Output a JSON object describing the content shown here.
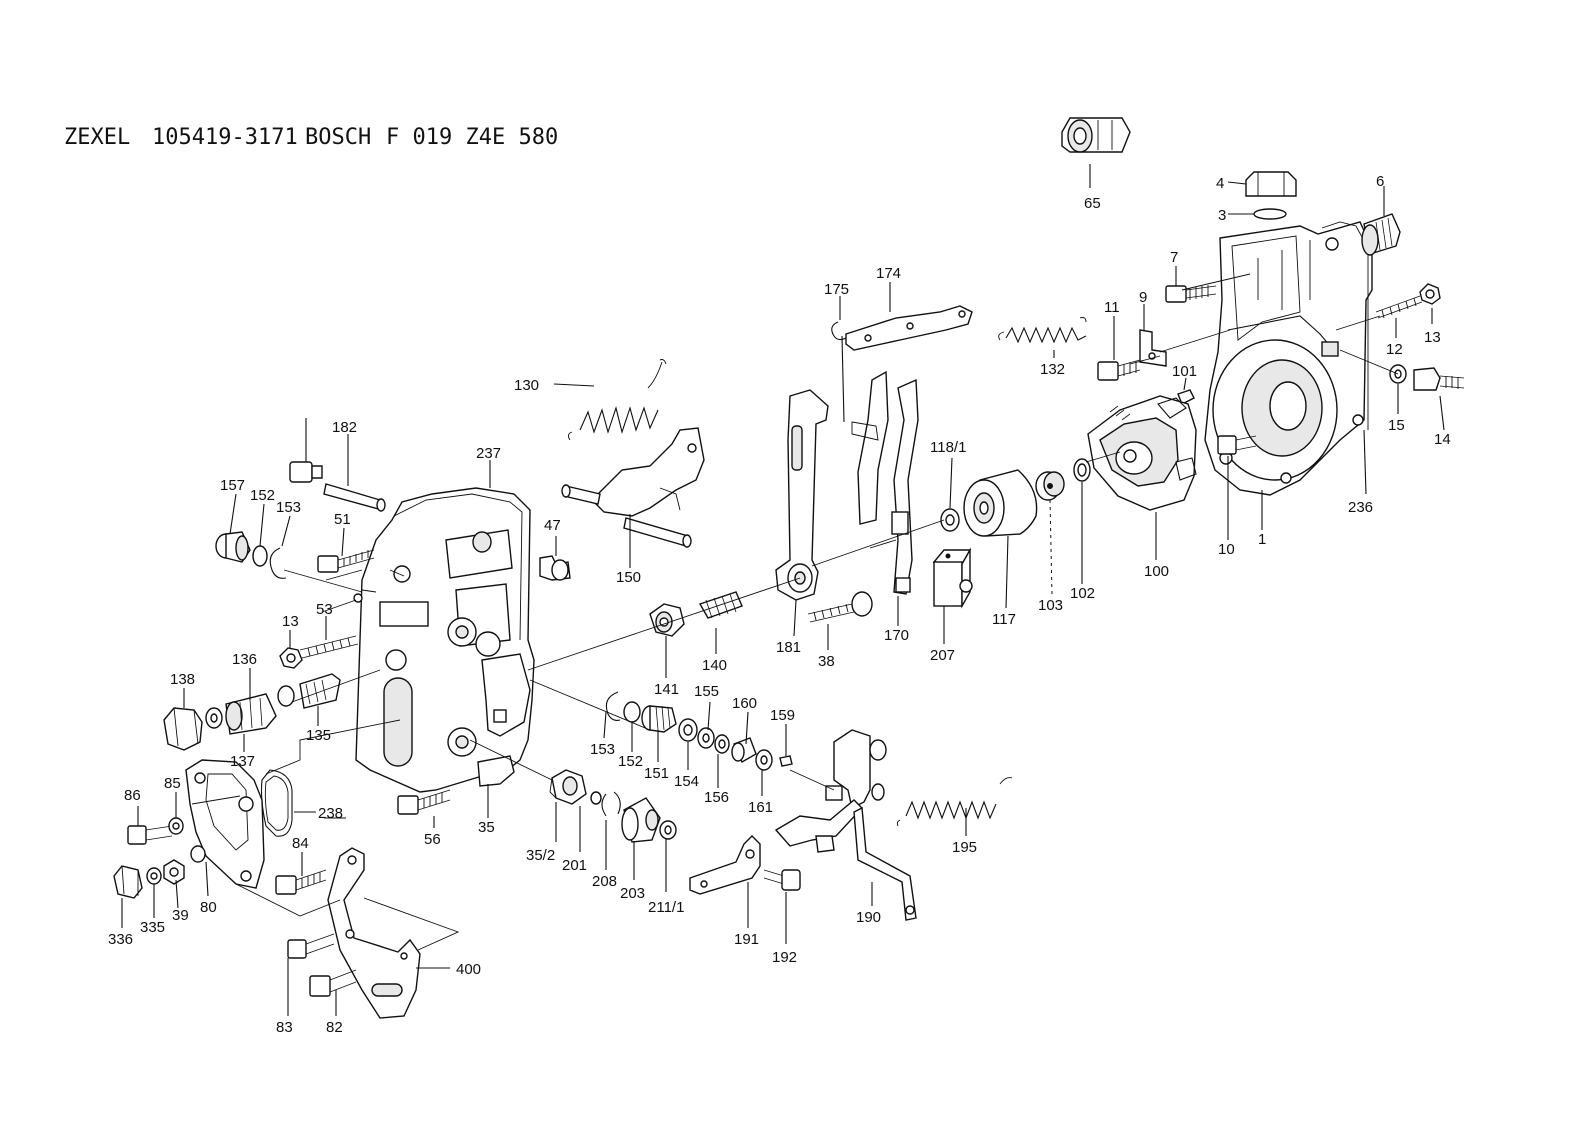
{
  "header": {
    "brand1": "ZEXEL",
    "pump_no": "105419-3171",
    "brand2": "BOSCH",
    "bosch_no": "F 019 Z4E 580"
  },
  "part_labels": [
    "65",
    "4",
    "3",
    "6",
    "7",
    "9",
    "11",
    "13",
    "12",
    "15",
    "14",
    "101",
    "236",
    "10",
    "1",
    "100",
    "102",
    "103",
    "117",
    "118/1",
    "132",
    "174",
    "175",
    "170",
    "207",
    "181",
    "38",
    "130",
    "150",
    "47",
    "182",
    "237",
    "157",
    "152",
    "153",
    "51",
    "53",
    "13",
    "136",
    "138",
    "137",
    "135",
    "140",
    "141",
    "155",
    "160",
    "159",
    "153",
    "152",
    "151",
    "154",
    "156",
    "161",
    "86",
    "85",
    "238",
    "56",
    "35",
    "35/2",
    "201",
    "208",
    "203",
    "211/1",
    "191",
    "192",
    "190",
    "195",
    "84",
    "336",
    "335",
    "39",
    "80",
    "400",
    "83",
    "82"
  ]
}
